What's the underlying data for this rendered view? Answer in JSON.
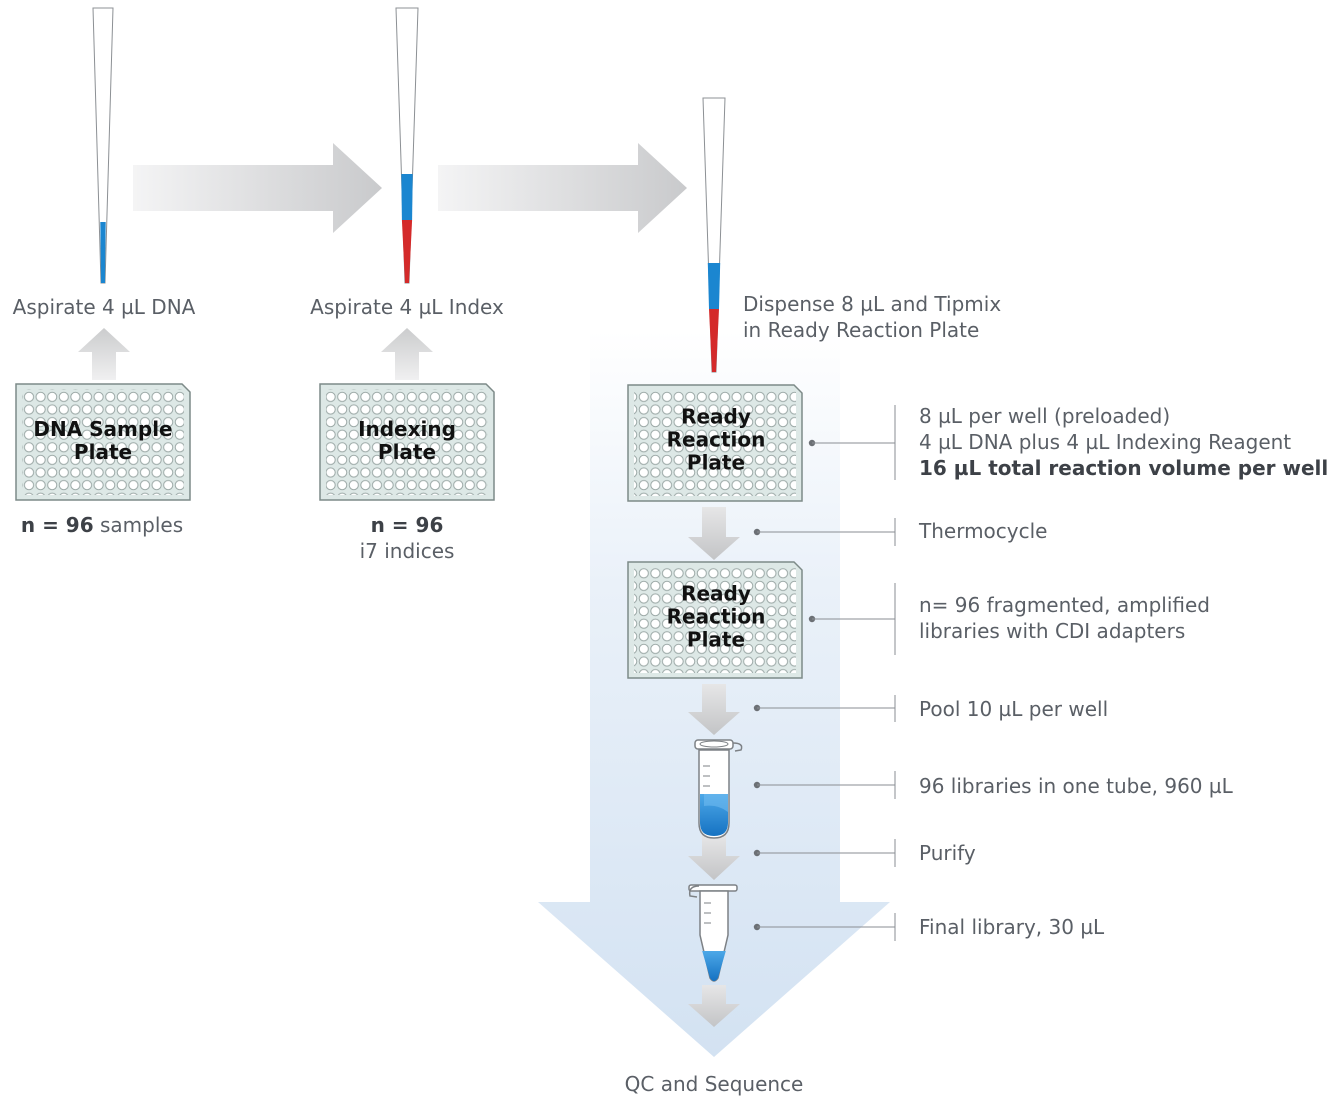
{
  "left_steps": {
    "dna": {
      "aspirate_label": "Aspirate 4 µL DNA",
      "plate_line1": "DNA Sample",
      "plate_line2": "Plate",
      "count_bold": "n = 96",
      "count_rest": " samples"
    },
    "index": {
      "aspirate_label": "Aspirate 4 µL Index",
      "plate_line1": "Indexing",
      "plate_line2": "Plate",
      "count_bold": "n = 96",
      "count_line2": "i7 indices"
    }
  },
  "dispense": {
    "line1": "Dispense 8 µL and Tipmix",
    "line2": "in Ready Reaction Plate"
  },
  "ready_plate_1": {
    "line1": "Ready",
    "line2": "Reaction",
    "line3": "Plate"
  },
  "ready_plate_2": {
    "line1": "Ready",
    "line2": "Reaction",
    "line3": "Plate"
  },
  "annotations": {
    "plate1": {
      "line1": "8 µL per well (preloaded)",
      "line2": "4 µL DNA plus 4 µL Indexing Reagent",
      "line3": "16 µL total reaction volume per well"
    },
    "thermocycle": "Thermocycle",
    "plate2": {
      "line1": "n= 96 fragmented, amplified",
      "line2": "libraries with CDI adapters"
    },
    "pool": "Pool 10 µL per well",
    "tube1": "96 libraries in one tube, 960 µL",
    "purify": "Purify",
    "final": "Final library, 30 µL"
  },
  "footer": "QC and Sequence",
  "colors": {
    "liquid_blue": "#1b86d0",
    "liquid_red": "#d42a2a",
    "arrow_gray": "#cfd0d2",
    "plate_fill": "#dde8e6",
    "flow_blue": "#dce8f5"
  }
}
